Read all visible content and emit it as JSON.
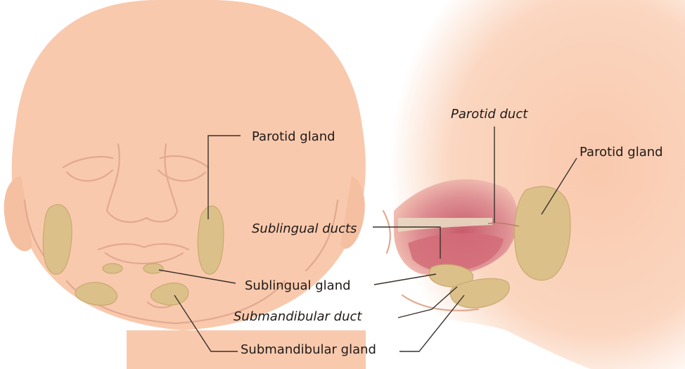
{
  "labels": {
    "front_parotid_gland": "Parotid gland",
    "front_sublingual_gland": "Sublingual gland",
    "front_submandibular_gland": "Submandibular gland",
    "side_parotid_duct": "Parotid duct",
    "side_parotid_gland": "Parotid gland",
    "side_sublingual_ducts": "Sublingual ducts",
    "side_submandibular_duct": "Submandibular duct"
  },
  "colors": {
    "skin": "#f9c9ad",
    "skin_light": "#fde1cf",
    "contour": "#e2a98f",
    "gland": "#dcc08a",
    "mouth_interior": "#d97d86",
    "text": "#1f1a17"
  }
}
